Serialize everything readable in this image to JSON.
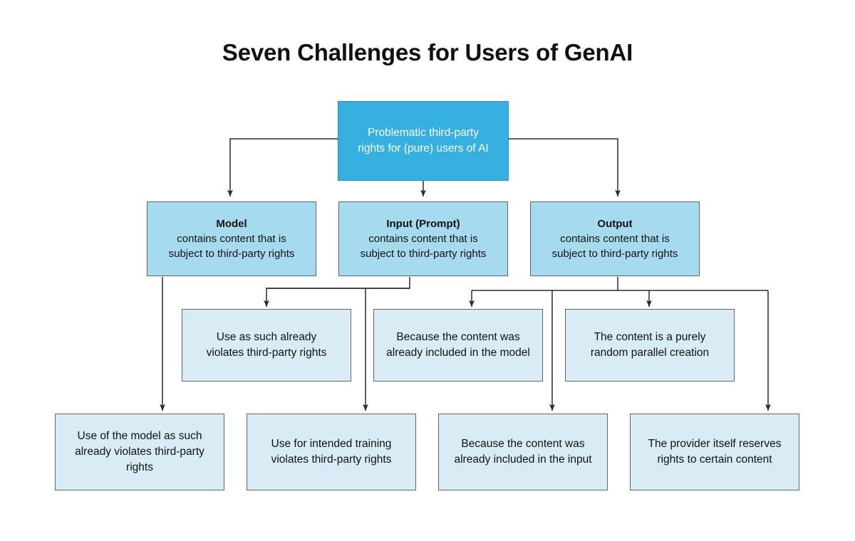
{
  "page": {
    "title": "Seven Challenges for Users of GenAI",
    "background_color": "#ffffff"
  },
  "colors": {
    "root_fill": "#35b0e0",
    "root_text": "#ffffff",
    "level2_fill": "#a6dbef",
    "level3_fill": "#d9ecf5",
    "border": "#5b6a72",
    "edge": "#2b2b2b",
    "text": "#111111"
  },
  "diagram": {
    "type": "tree",
    "root": {
      "id": "root",
      "line1": "Problematic third-party",
      "line2": "rights for (pure) users of AI"
    },
    "level2": [
      {
        "id": "model",
        "title": "Model",
        "sub_line1": "contains content that is",
        "sub_line2": "subject to third-party rights"
      },
      {
        "id": "input",
        "title": "Input (Prompt)",
        "sub_line1": "contains content that is",
        "sub_line2": "subject to third-party rights"
      },
      {
        "id": "output",
        "title": "Output",
        "sub_line1": "contains content that is",
        "sub_line2": "subject to third-party rights"
      }
    ],
    "level3": [
      {
        "id": "use-as-such",
        "line1": "Use as such already",
        "line2": "violates third-party rights",
        "line3": ""
      },
      {
        "id": "content-in-model",
        "line1": "Because the content was",
        "line2": "already included in the model",
        "line3": ""
      },
      {
        "id": "random-parallel-creation",
        "line1": "The content is a purely",
        "line2": "random parallel creation",
        "line3": ""
      }
    ],
    "level4": [
      {
        "id": "use-of-model-as-such",
        "line1": "Use of the model as such",
        "line2": "already violates third-party",
        "line3": "rights"
      },
      {
        "id": "intended-training",
        "line1": "Use for intended training",
        "line2": "violates third-party rights",
        "line3": ""
      },
      {
        "id": "content-in-input",
        "line1": "Because the content was",
        "line2": "already included in the input",
        "line3": ""
      },
      {
        "id": "provider-reserves-rights",
        "line1": "The provider itself reserves",
        "line2": "rights to certain content",
        "line3": ""
      }
    ]
  }
}
